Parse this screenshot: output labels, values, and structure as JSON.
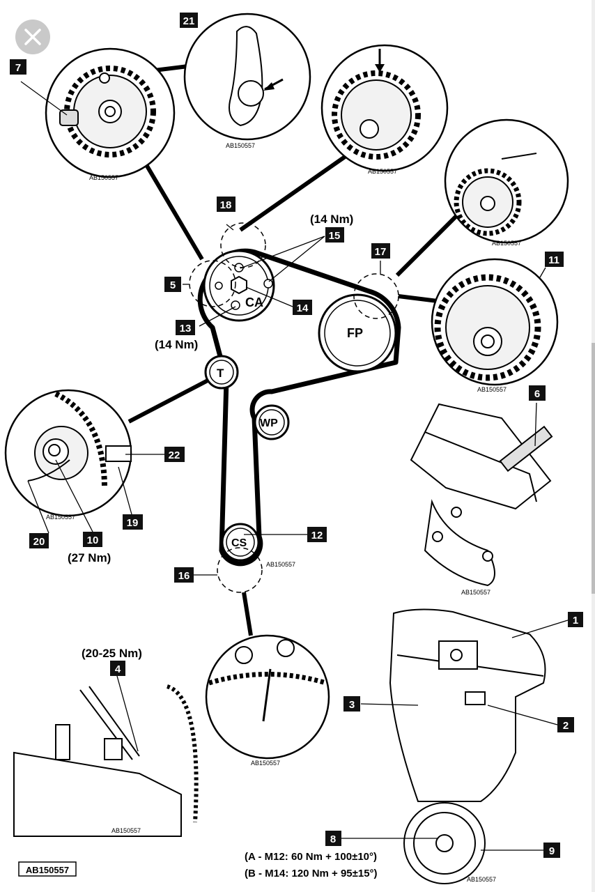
{
  "ui": {
    "close_icon": "close-icon",
    "accent_color": "#c9c9c9"
  },
  "diagram": {
    "callouts": {
      "c1": "1",
      "c2": "2",
      "c3": "3",
      "c4": "4",
      "c5": "5",
      "c6": "6",
      "c7": "7",
      "c8": "8",
      "c9": "9",
      "c10": "10",
      "c11": "11",
      "c12": "12",
      "c13": "13",
      "c14": "14",
      "c15": "15",
      "c16": "16",
      "c17": "17",
      "c18": "18",
      "c19": "19",
      "c20": "20",
      "c21": "21",
      "c22": "22"
    },
    "pulleys": {
      "ca": "CA",
      "fp": "FP",
      "t": "T",
      "wp": "WP",
      "cs": "CS"
    },
    "torques": {
      "t15": "(14 Nm)",
      "t13": "(14 Nm)",
      "t10": "(27 Nm)",
      "t4": "(20-25 Nm)",
      "t8a": "(A - M12: 60 Nm + 100±10°)",
      "t8b": "(B - M14: 120 Nm + 95±15°)"
    },
    "image_ref": "AB150557"
  }
}
